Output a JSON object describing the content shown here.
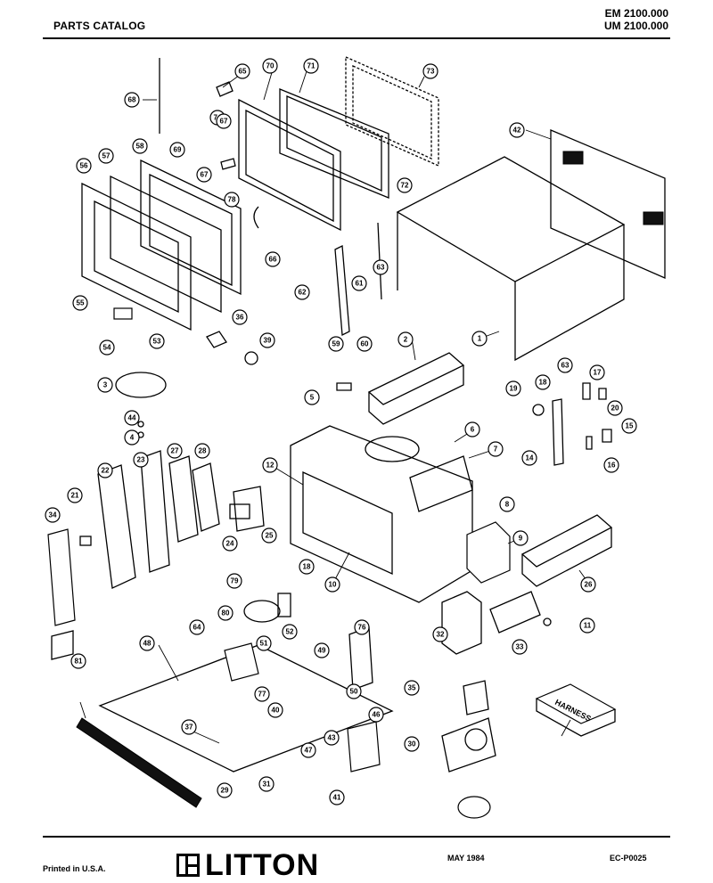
{
  "header": {
    "title": "PARTS CATALOG",
    "model_line_1": "EM 2100.000",
    "model_line_2": "UM 2100.000"
  },
  "footer": {
    "printed": "Printed in U.S.A.",
    "brand": "LITTON",
    "date": "MAY 1984",
    "code": "EC-P0025"
  },
  "diagram": {
    "harness_label": "HARNESS",
    "callouts": [
      "68",
      "65",
      "70",
      "71",
      "73",
      "74",
      "67",
      "69",
      "67",
      "56",
      "57",
      "58",
      "42",
      "72",
      "78",
      "66",
      "62",
      "63",
      "61",
      "60",
      "59",
      "55",
      "36",
      "54",
      "53",
      "39",
      "2",
      "1",
      "3",
      "5",
      "44",
      "4",
      "19",
      "18",
      "63",
      "17",
      "20",
      "15",
      "14",
      "16",
      "6",
      "7",
      "27",
      "28",
      "22",
      "23",
      "21",
      "12",
      "24",
      "25",
      "8",
      "34",
      "10",
      "9",
      "26",
      "79",
      "18",
      "11",
      "80",
      "32",
      "33",
      "81",
      "48",
      "64",
      "52",
      "51",
      "76",
      "50",
      "49",
      "77",
      "40",
      "47",
      "46",
      "43",
      "41",
      "35",
      "37",
      "29",
      "31",
      "30"
    ]
  }
}
